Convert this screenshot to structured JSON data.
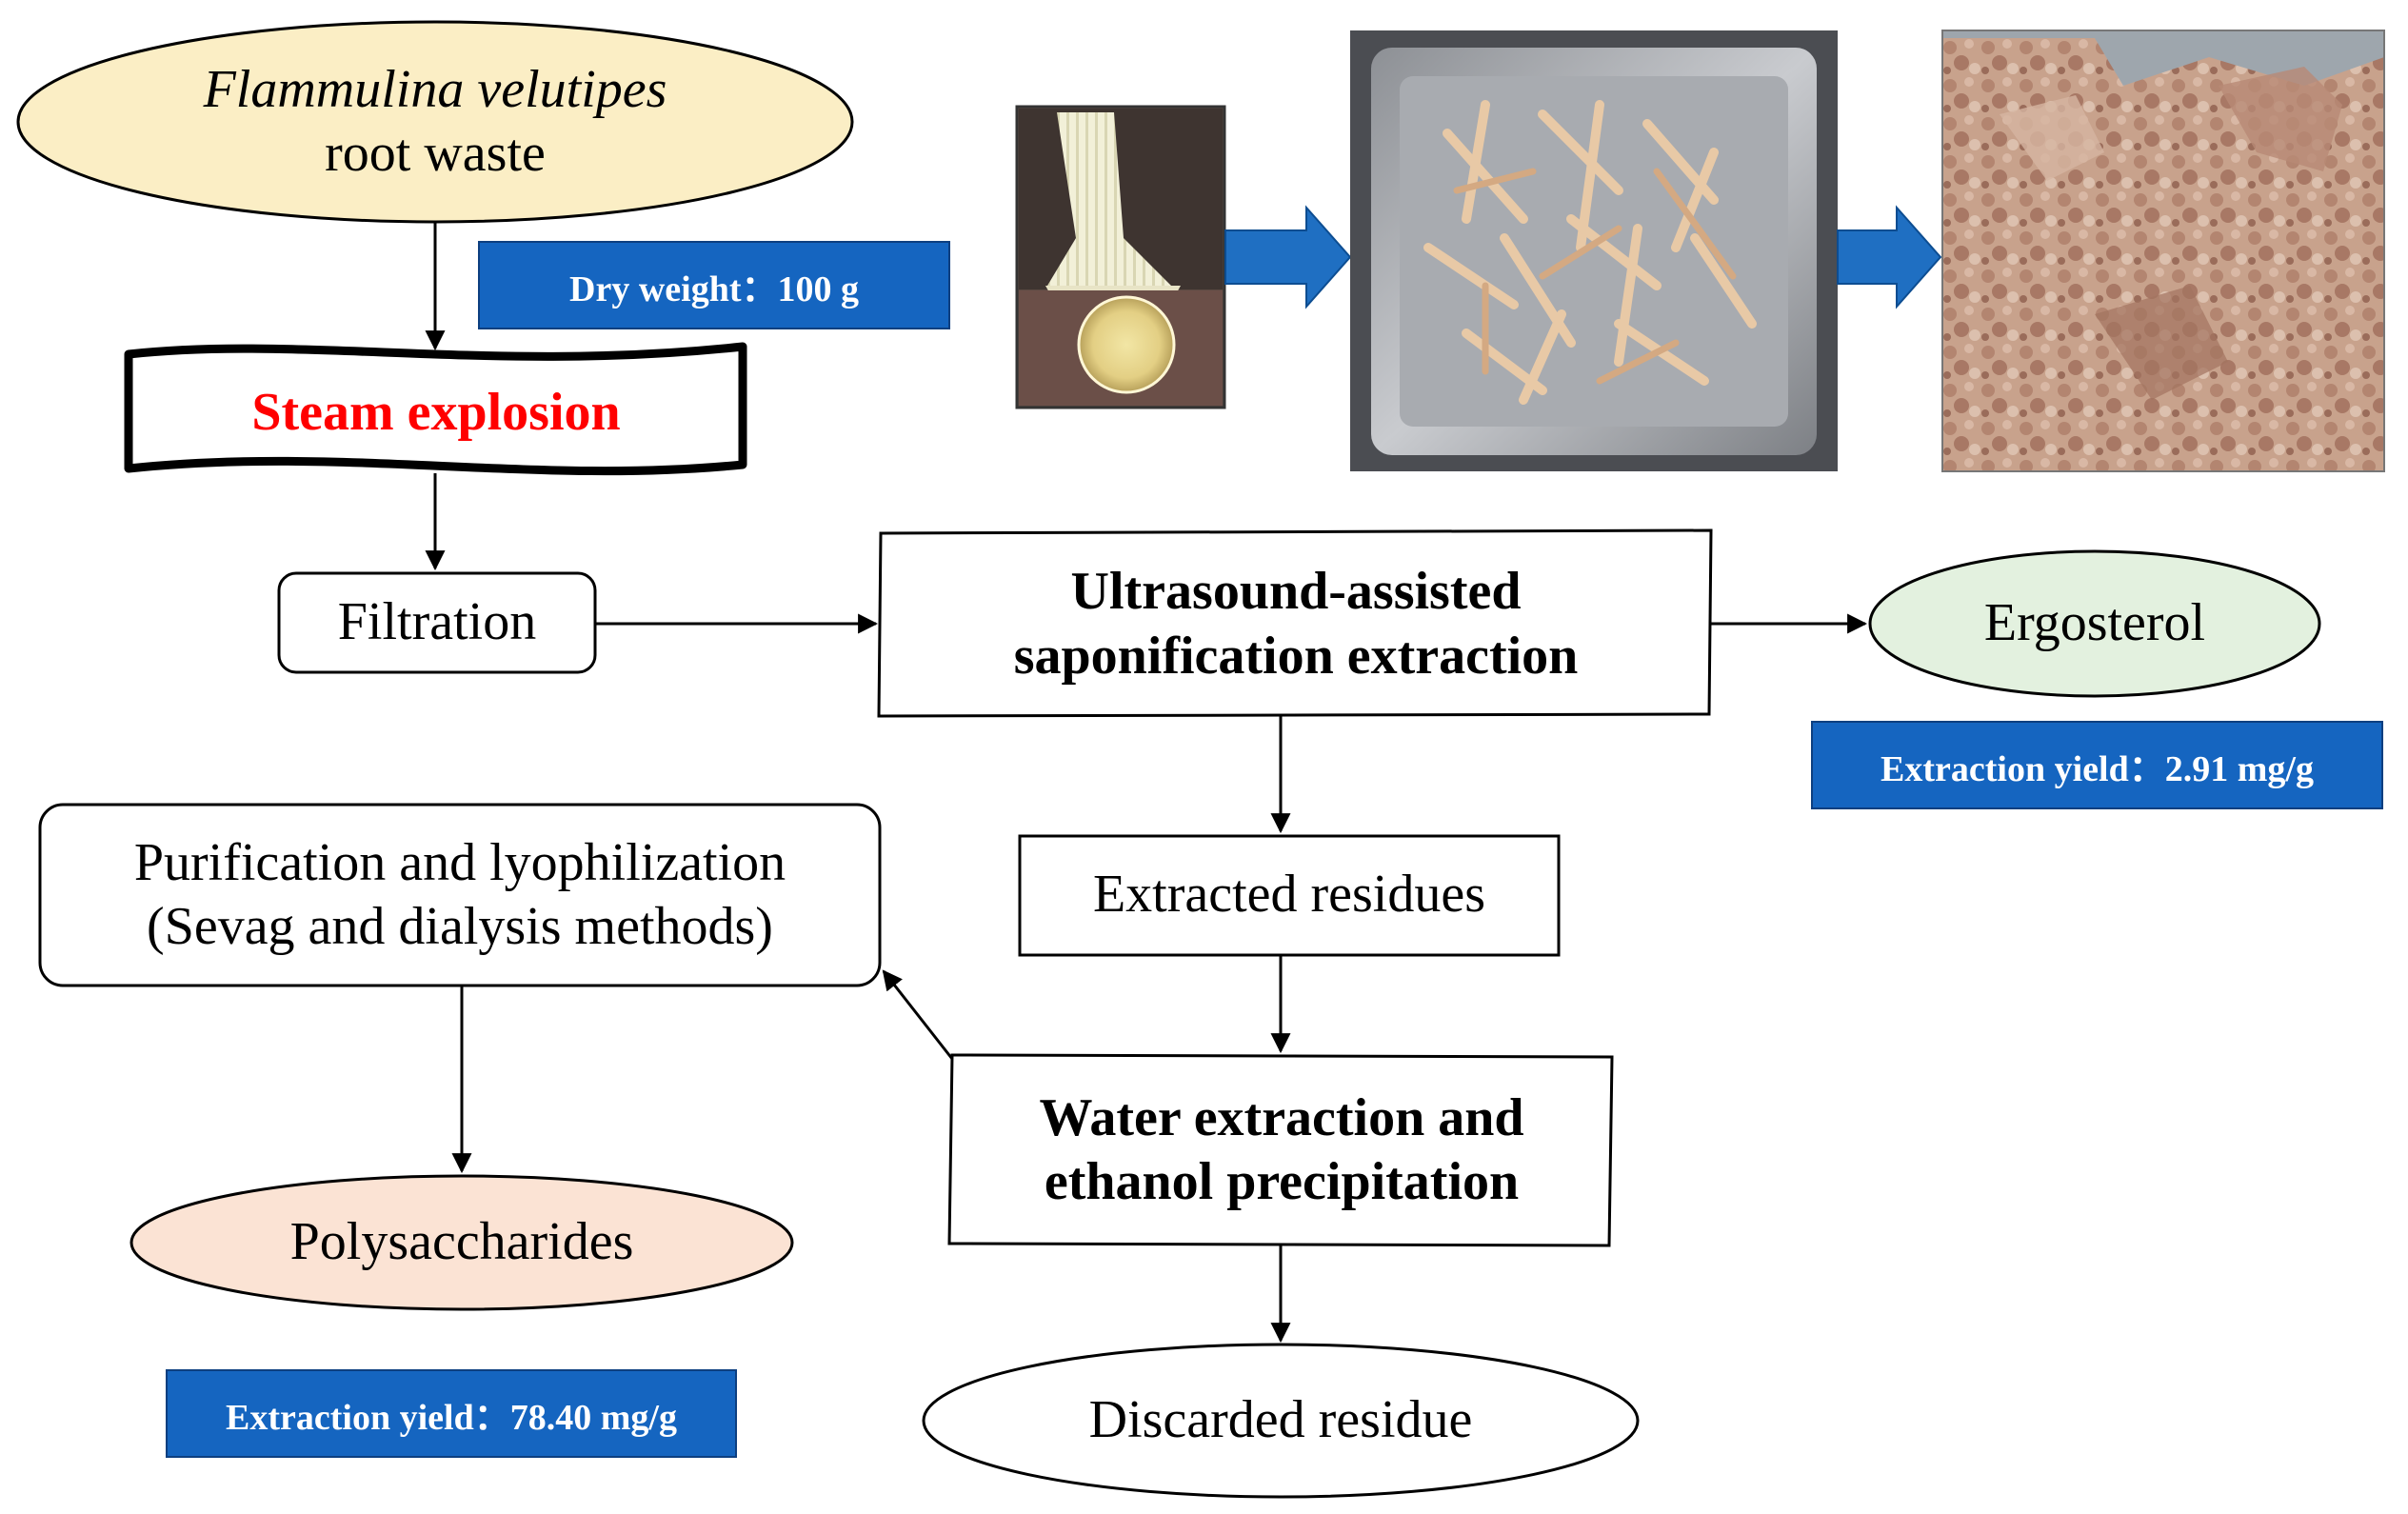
{
  "nodes": {
    "source_title": "Flammulina velutipes",
    "source_subtitle": "root waste",
    "steam_explosion": "Steam explosion",
    "filtration": "Filtration",
    "ultrasound_line1": "Ultrasound-assisted",
    "ultrasound_line2": "saponification extraction",
    "ergosterol": "Ergosterol",
    "extracted_residues": "Extracted residues",
    "water_line1": "Water extraction and",
    "water_line2": "ethanol precipitation",
    "purification_line1": "Purification and lyophilization",
    "purification_line2": "(Sevag and dialysis methods)",
    "polysaccharides": "Polysaccharides",
    "discarded_residue": "Discarded residue"
  },
  "badges": {
    "dry_weight": "Dry weight：100 g",
    "ergosterol_yield": "Extraction yield：2.91 mg/g",
    "polysaccharide_yield": "Extraction yield：78.40 mg/g"
  },
  "colors": {
    "source_fill": "#fbeec5",
    "ergosterol_fill": "#e3f1df",
    "polysaccharides_fill": "#fbe3d4",
    "steam_text": "#ff0000",
    "badge_fill": "#1565c0",
    "photo_arrow": "#1f6fc2"
  },
  "icons": {
    "photo_1": "mushroom-root-photo",
    "photo_2": "shredded-root-tray-photo",
    "photo_3": "steam-exploded-material-photo"
  }
}
